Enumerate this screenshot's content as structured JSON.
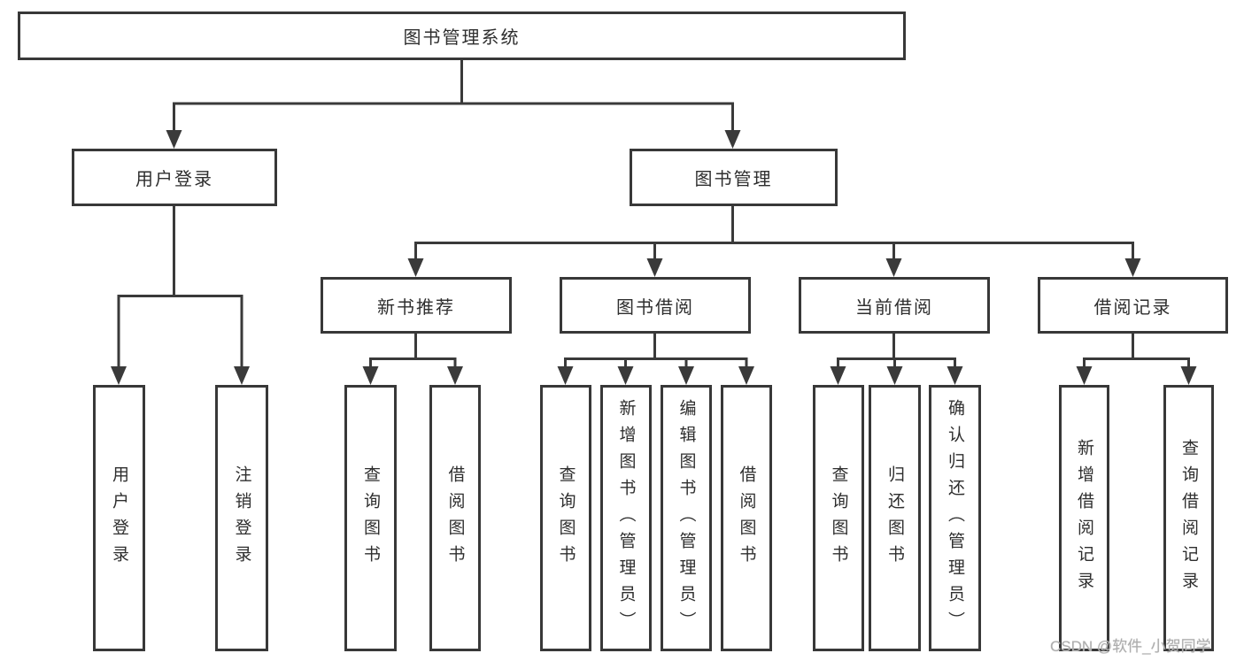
{
  "diagram": {
    "root": {
      "label": "图书管理系统"
    },
    "level2": [
      {
        "label": "用户登录"
      },
      {
        "label": "图书管理"
      }
    ],
    "level3": [
      {
        "label": "新书推荐",
        "parent": "图书管理"
      },
      {
        "label": "图书借阅",
        "parent": "图书管理"
      },
      {
        "label": "当前借阅",
        "parent": "图书管理"
      },
      {
        "label": "借阅记录",
        "parent": "图书管理"
      }
    ],
    "leaves": [
      {
        "label": "用户登录",
        "parent": "用户登录"
      },
      {
        "label": "注销登录",
        "parent": "用户登录"
      },
      {
        "label": "查询图书",
        "parent": "新书推荐"
      },
      {
        "label": "借阅图书",
        "parent": "新书推荐"
      },
      {
        "label": "查询图书",
        "parent": "图书借阅"
      },
      {
        "label": "新增图书（管理员）",
        "parent": "图书借阅"
      },
      {
        "label": "编辑图书（管理员）",
        "parent": "图书借阅"
      },
      {
        "label": "借阅图书",
        "parent": "图书借阅"
      },
      {
        "label": "查询图书",
        "parent": "当前借阅"
      },
      {
        "label": "归还图书",
        "parent": "当前借阅"
      },
      {
        "label": "确认归还（管理员）",
        "parent": "当前借阅"
      },
      {
        "label": "新增借阅记录",
        "parent": "借阅记录"
      },
      {
        "label": "查询借阅记录",
        "parent": "借阅记录"
      }
    ],
    "colors": {
      "line": "#3a3a3a",
      "text": "#2e2e2e",
      "watermark": "#adadad"
    }
  },
  "watermark": {
    "text": "CSDN @软件_小贺同学"
  }
}
